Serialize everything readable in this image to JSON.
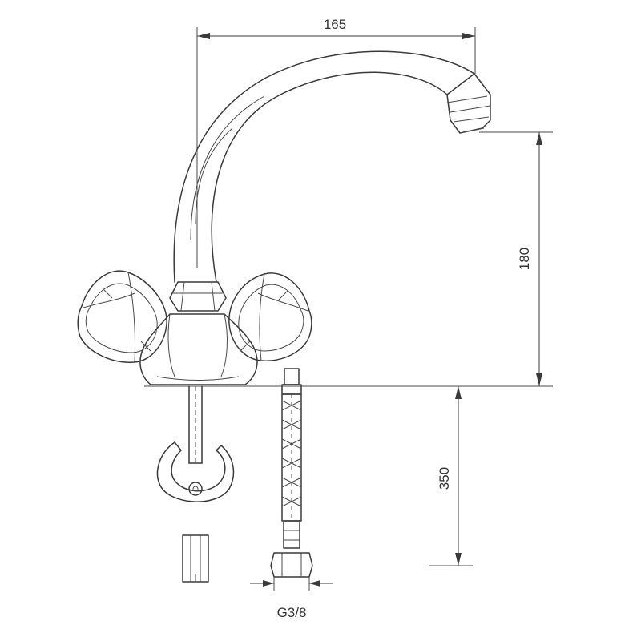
{
  "dimensions": {
    "spout_reach": "165",
    "spout_height": "180",
    "hose_length": "350",
    "hose_thread": "G3/8"
  },
  "colors": {
    "line": "#3a3a3a",
    "background": "#ffffff"
  }
}
